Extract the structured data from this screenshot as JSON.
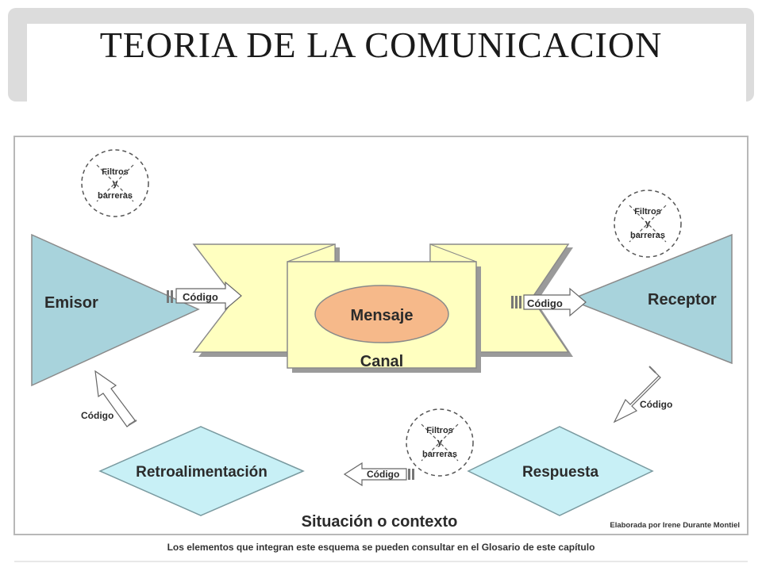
{
  "title": "TEORIA DE LA COMUNICACION",
  "diagram": {
    "nodes": {
      "emisor": "Emisor",
      "receptor": "Receptor",
      "mensaje": "Mensaje",
      "canal": "Canal",
      "retroalimentacion": "Retroalimentación",
      "respuesta": "Respuesta",
      "contexto": "Situación o contexto"
    },
    "codigo_labels": [
      "Código",
      "Código",
      "Código",
      "Código",
      "Código"
    ],
    "filtros": {
      "line1": "Filtros",
      "line2": "y",
      "line3": "barreras"
    },
    "credit": "Elaborada por Irene Durante Montiel",
    "footnote": "Los elementos que integran este esquema se pueden consultar en el Glosario de este capítulo"
  },
  "colors": {
    "triangle_fill": "#a8d3dc",
    "banner_fill": "#ffffc0",
    "ellipse_fill": "#f6b98a",
    "diamond_fill": "#c8f0f6"
  }
}
